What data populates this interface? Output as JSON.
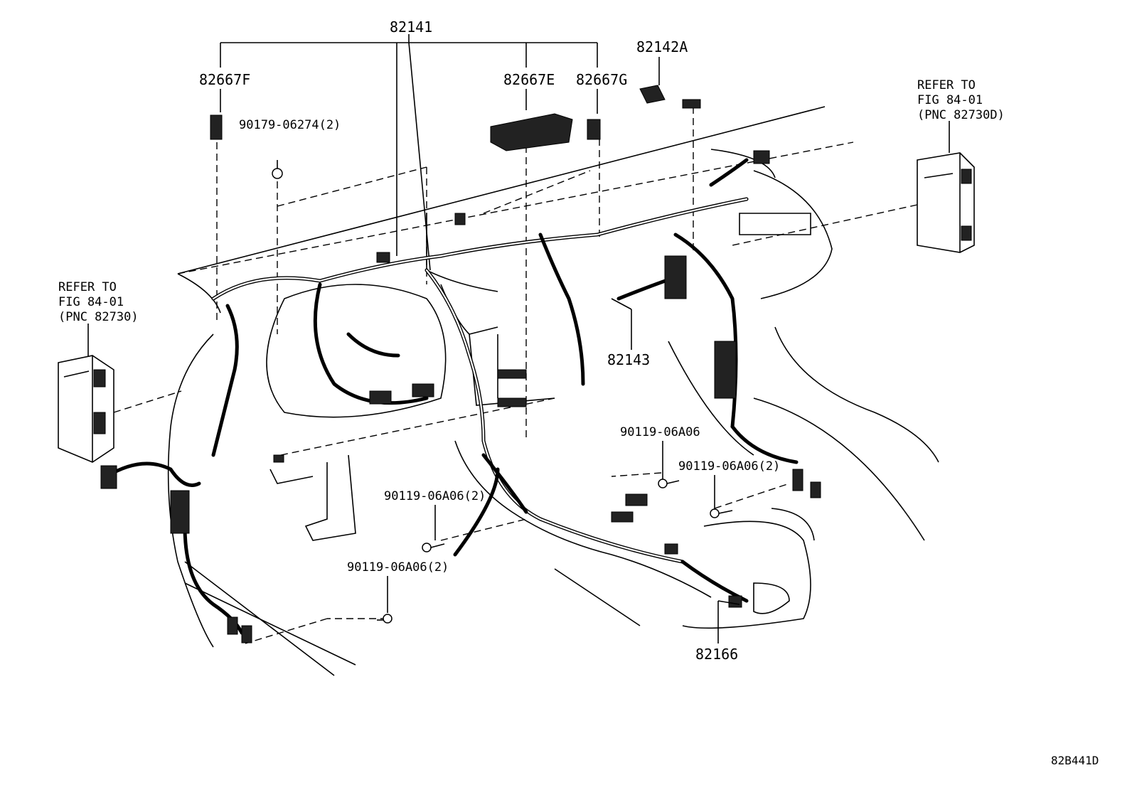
{
  "parts": {
    "p82141": "82141",
    "p82142A": "82142A",
    "p82667F": "82667F",
    "p82667E": "82667E",
    "p82667G": "82667G",
    "p82143": "82143",
    "p82166": "82166"
  },
  "bolts": {
    "b90179": "90179-06274(2)",
    "b90119_a": "90119-06A06",
    "b90119_b": "90119-06A06(2)",
    "b90119_c": "90119-06A06(2)",
    "b90119_d": "90119-06A06(2)"
  },
  "refs": {
    "right": {
      "line1": "REFER TO",
      "line2": "FIG 84-01",
      "line3": "(PNC 82730D)"
    },
    "left": {
      "line1": "REFER TO",
      "line2": "FIG 84-01",
      "line3": "(PNC 82730)"
    }
  },
  "diagram_code": "82B441D"
}
